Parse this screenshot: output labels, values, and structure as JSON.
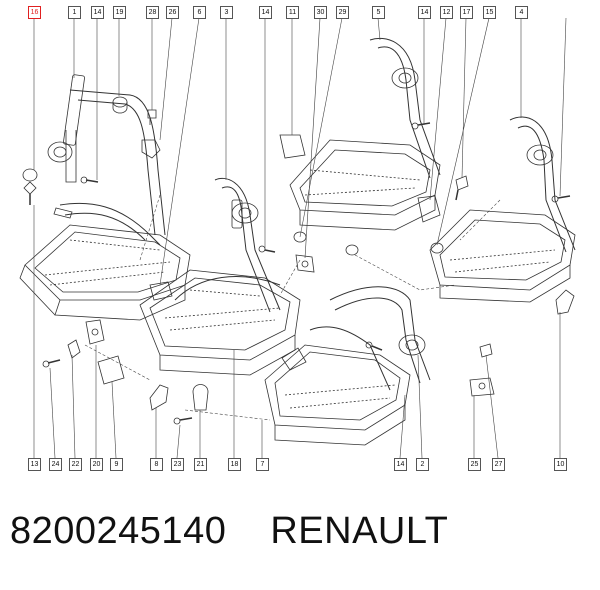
{
  "diagram": {
    "top_callouts": [
      "16",
      "1",
      "14",
      "19",
      "28",
      "26",
      "6",
      "3",
      "14",
      "11",
      "30",
      "29",
      "5",
      "14",
      "12",
      "17",
      "15",
      "4"
    ],
    "bottom_callouts": [
      "13",
      "24",
      "22",
      "20",
      "9",
      "8",
      "23",
      "21",
      "18",
      "7",
      "14",
      "2",
      "25",
      "27",
      "10"
    ],
    "right_callout": "10",
    "highlighted_callout": "16",
    "highlight_color": "#e02020"
  },
  "caption": {
    "part_number": "8200245140",
    "brand": "RENAULT"
  }
}
